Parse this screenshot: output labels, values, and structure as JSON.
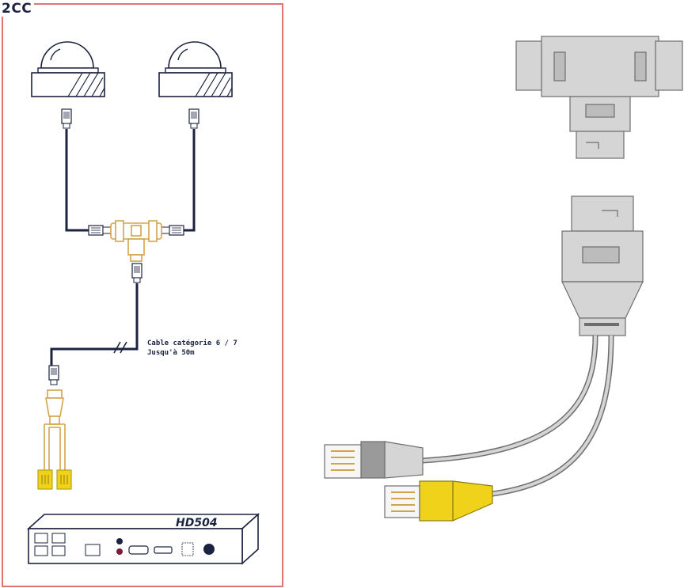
{
  "panel": {
    "tag": "2CC",
    "cable_note_line1": "Cable catégorie 6 / 7",
    "cable_note_line2": "Jusqu'à 50m",
    "recorder_model": "HD504"
  },
  "colors": {
    "frame": "#d9534f",
    "cable": "#1c2340",
    "splitter": "#d4a44a",
    "yellow_plug": "#f1d21a",
    "grey_body": "#d5d5d5",
    "grey_outline": "#6e6e6e"
  },
  "icons": [
    "dome-camera-icon",
    "rj45-connector-icon",
    "t-splitter-icon",
    "y-splitter-icon",
    "recorder-icon"
  ]
}
